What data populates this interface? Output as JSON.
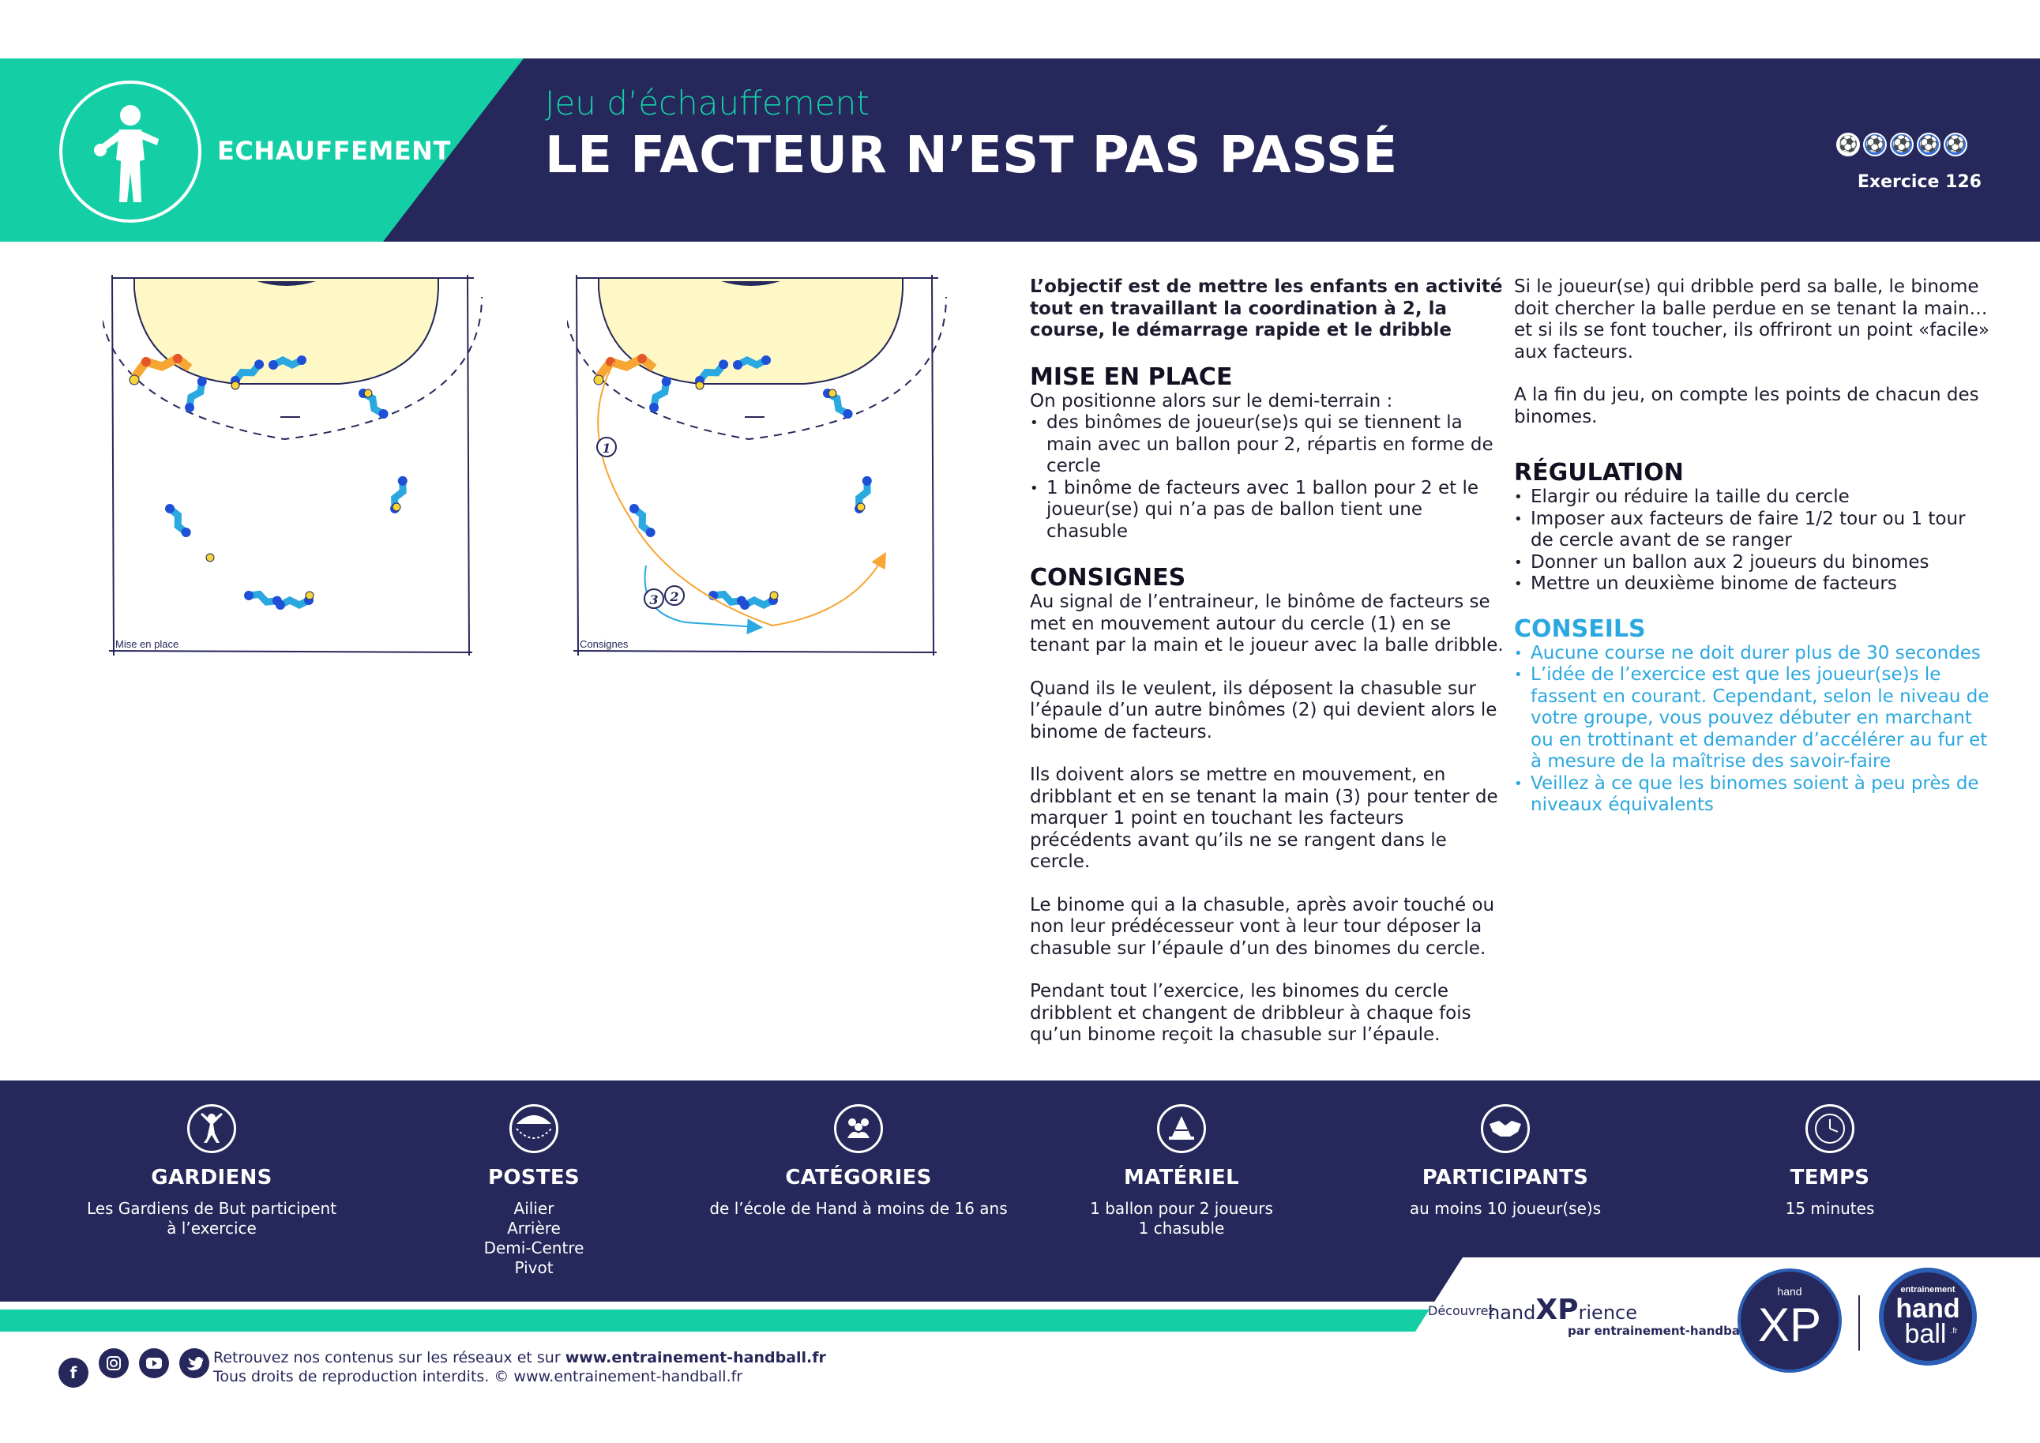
{
  "header": {
    "category": "ECHAUFFEMENT",
    "subtitle": "Jeu d’échauffement",
    "title": "LE FACTEUR N’EST PAS PASSÉ",
    "difficulty": 1,
    "difficulty_max": 5,
    "exercise_label": "Exercice  126",
    "colors": {
      "navy": "#26275a",
      "green": "#14cfa6",
      "blue": "#2ba8df"
    }
  },
  "diagrams": {
    "setup_label": "Mise en place",
    "rules_label": "Consignes",
    "markers": [
      "1",
      "2",
      "3"
    ]
  },
  "content": {
    "intro": "L’objectif est de mettre les enfants en activité tout en travaillant la coordination à 2, la course, le démarrage rapide et le dribble",
    "setup": {
      "heading": "MISE EN PLACE",
      "text": "On positionne alors sur le demi-terrain :",
      "bullets": [
        "des binômes de joueur(se)s qui se tiennent la main avec un ballon pour 2, répartis en forme de cercle",
        "1 binôme de facteurs avec 1 ballon pour 2 et le joueur(se) qui n’a pas de ballon tient une chasuble"
      ]
    },
    "instructions": {
      "heading": "CONSIGNES",
      "paragraphs": [
        "Au signal de l’entraineur, le binôme de facteurs se met en mouvement autour du cercle (1) en se tenant par la main et le joueur avec la balle dribble.",
        "Quand ils le veulent, ils déposent la chasuble sur l’épaule d’un autre binômes (2) qui devient alors le binome de facteurs.",
        "Ils doivent alors se mettre en mouvement, en dribblant et en se tenant la main (3) pour tenter de marquer 1 point en touchant les facteurs précédents avant qu’ils ne se rangent dans le cercle.",
        "Le binome qui a la chasuble, après avoir touché ou non leur prédécesseur vont à leur tour déposer la chasuble sur l’épaule d’un des binomes du cercle.",
        "Pendant tout l’exercice, les binomes du cercle dribblent et changent de dribbleur à chaque fois qu’un binome reçoit la chasuble sur l’épaule."
      ]
    },
    "right_paragraphs": [
      "Si le joueur(se) qui dribble perd sa balle, le binome doit chercher la balle perdue en se tenant la main… et si ils se font toucher, ils offriront un point «facile» aux facteurs.",
      "A la fin du jeu, on compte les points de chacun des binomes."
    ],
    "regulation": {
      "heading": "RÉGULATION",
      "bullets": [
        "Elargir ou réduire la taille du cercle",
        "Imposer aux facteurs de faire 1/2 tour ou 1 tour de cercle avant de se ranger",
        "Donner un ballon aux 2 joueurs du binomes",
        "Mettre un deuxième binome de facteurs"
      ]
    },
    "tips": {
      "heading": "CONSEILS",
      "bullets": [
        "Aucune course ne doit durer plus de 30 secondes",
        "L’idée de l’exercice est que les   joueur(se)s le fassent en courant. Cependant, selon le niveau de votre groupe, vous pouvez débuter en marchant ou en trottinant et demander d’accélérer au fur et à mesure de la maîtrise des savoir-faire",
        "Veillez à ce que les binomes soient à peu près de niveaux équivalents"
      ]
    }
  },
  "info": [
    {
      "icon": "goalkeeper-icon",
      "label": "GARDIENS",
      "lines": [
        "Les Gardiens de But participent",
        "à l’exercice"
      ]
    },
    {
      "icon": "positions-icon",
      "label": "POSTES",
      "lines": [
        "Ailier",
        "Arrière",
        "Demi-Centre",
        "Pivot"
      ]
    },
    {
      "icon": "players-group-icon",
      "label": "CATÉGORIES",
      "lines": [
        "de l’école de Hand à moins de 16 ans"
      ]
    },
    {
      "icon": "cone-icon",
      "label": "MATÉRIEL",
      "lines": [
        "1 ballon pour 2 joueurs",
        "1 chasuble"
      ]
    },
    {
      "icon": "handshake-icon",
      "label": "PARTICIPANTS",
      "lines": [
        "au moins 10 joueur(se)s"
      ]
    },
    {
      "icon": "clock-icon",
      "label": "TEMPS",
      "lines": [
        "15 minutes"
      ]
    }
  ],
  "promo": {
    "discover": "Découvrez",
    "brand_hand": "hand",
    "brand_xp": "XP",
    "brand_rience": "rience",
    "by": "par entrainement-handball.fr",
    "logo_xp_small": "hand",
    "logo_xp_big": "XP",
    "logo_hb_top": "entrainement",
    "logo_hb_mid": "hand",
    "logo_hb_bot": "ball",
    "logo_hb_fr": ".fr"
  },
  "footer": {
    "line1_prefix": "Retrouvez nos contenus sur les réseaux et sur ",
    "line1_link": "www.entrainement-handball.fr",
    "line2": "Tous droits de reproduction interdits. © www.entrainement-handball.fr",
    "socials": [
      "facebook-icon",
      "instagram-icon",
      "youtube-icon",
      "twitter-icon"
    ]
  }
}
